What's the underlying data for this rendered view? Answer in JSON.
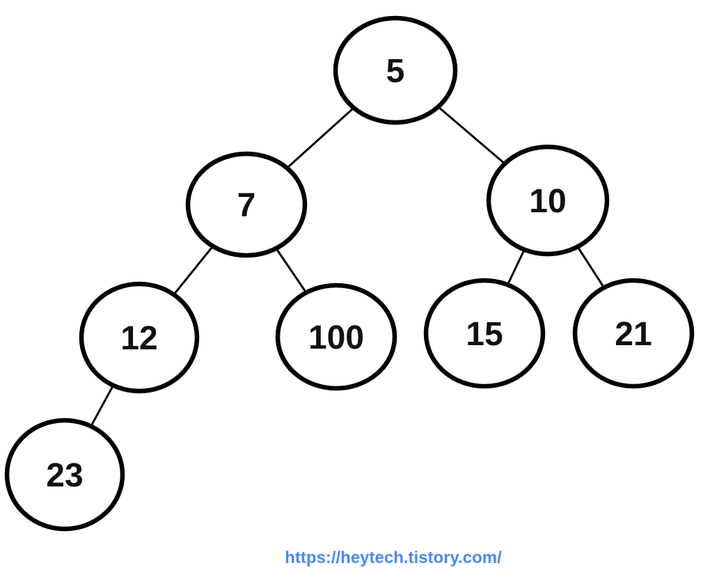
{
  "diagram": {
    "type": "binary-tree",
    "nodes": [
      {
        "id": "5",
        "label": "5",
        "level": 0
      },
      {
        "id": "7",
        "label": "7",
        "level": 1
      },
      {
        "id": "10",
        "label": "10",
        "level": 1
      },
      {
        "id": "12",
        "label": "12",
        "level": 2
      },
      {
        "id": "100",
        "label": "100",
        "level": 2
      },
      {
        "id": "15",
        "label": "15",
        "level": 2
      },
      {
        "id": "21",
        "label": "21",
        "level": 2
      },
      {
        "id": "23",
        "label": "23",
        "level": 3
      }
    ],
    "edges": [
      {
        "from": "5",
        "to": "7"
      },
      {
        "from": "5",
        "to": "10"
      },
      {
        "from": "7",
        "to": "12"
      },
      {
        "from": "7",
        "to": "100"
      },
      {
        "from": "10",
        "to": "15"
      },
      {
        "from": "10",
        "to": "21"
      },
      {
        "from": "12",
        "to": "23"
      }
    ],
    "colors": {
      "node_fill": "#ffffff",
      "node_stroke": "#000000",
      "edge_stroke": "#000000",
      "label_color": "#111111"
    }
  },
  "footer": {
    "url_text": "https://heytech.tistory.com/",
    "url_color": "#4a89f2"
  }
}
